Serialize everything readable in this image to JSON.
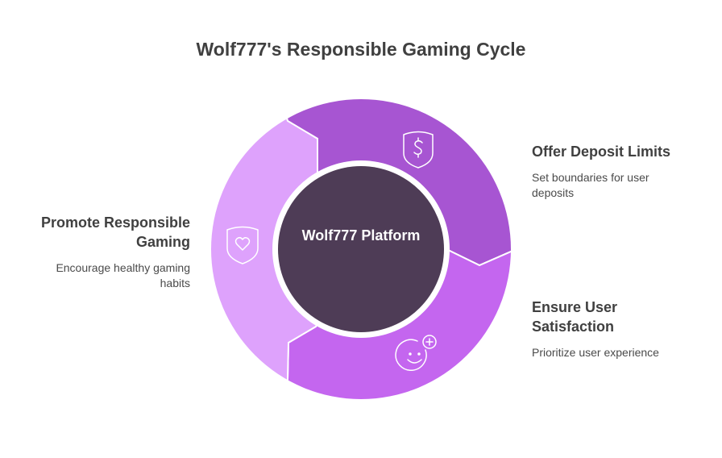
{
  "title": "Wolf777's Responsible Gaming Cycle",
  "center_label": "Wolf777 Platform",
  "colors": {
    "top": "#a755d2",
    "bottom": "#c466ef",
    "left": "#dea2fc",
    "center": "#4e3c56"
  },
  "steps": [
    {
      "title": "Offer Deposit Limits",
      "description": "Set boundaries for user deposits",
      "icon": "shield-dollar-icon"
    },
    {
      "title": "Ensure User Satisfaction",
      "description": "Prioritize user experience",
      "icon": "smiley-plus-icon"
    },
    {
      "title": "Promote Responsible Gaming",
      "description": "Encourage healthy gaming habits",
      "icon": "shield-heart-icon"
    }
  ]
}
